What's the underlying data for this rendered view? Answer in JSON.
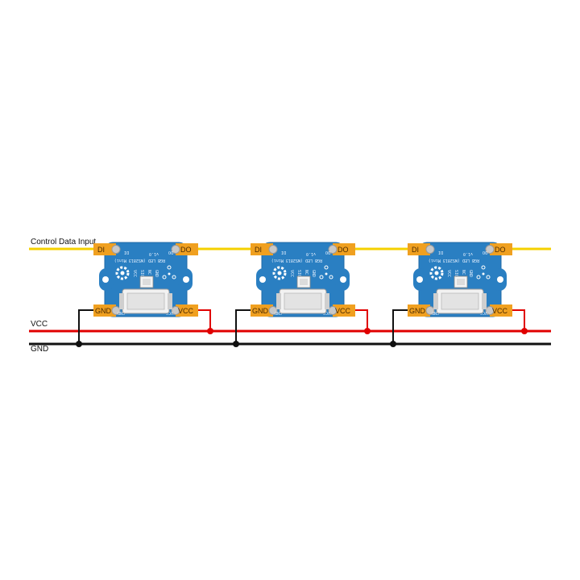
{
  "wires": {
    "data_label": "Control Data Input",
    "vcc_label": "VCC",
    "gnd_label": "GND",
    "colors": {
      "data": "#f5d000",
      "vcc": "#e00000",
      "gnd": "#111111"
    }
  },
  "module": {
    "pads": {
      "di": "DI",
      "do": "DO",
      "gnd": "GND",
      "vcc": "VCC"
    },
    "silkscreen": {
      "title": "RGB LED (WS2813 Mini)",
      "version": "v1.0",
      "pin_vcc": "VCC",
      "pin_sig": "SIG",
      "pin_nc": "NC",
      "pin_gnd": "GND",
      "small_di": "DI",
      "small_do": "DO",
      "small_gnd": "GND",
      "small_vcc": "VCC"
    },
    "colors": {
      "board": "#2a7fc2",
      "pad": "#f0a020",
      "connector": "#f2f2f2"
    }
  }
}
